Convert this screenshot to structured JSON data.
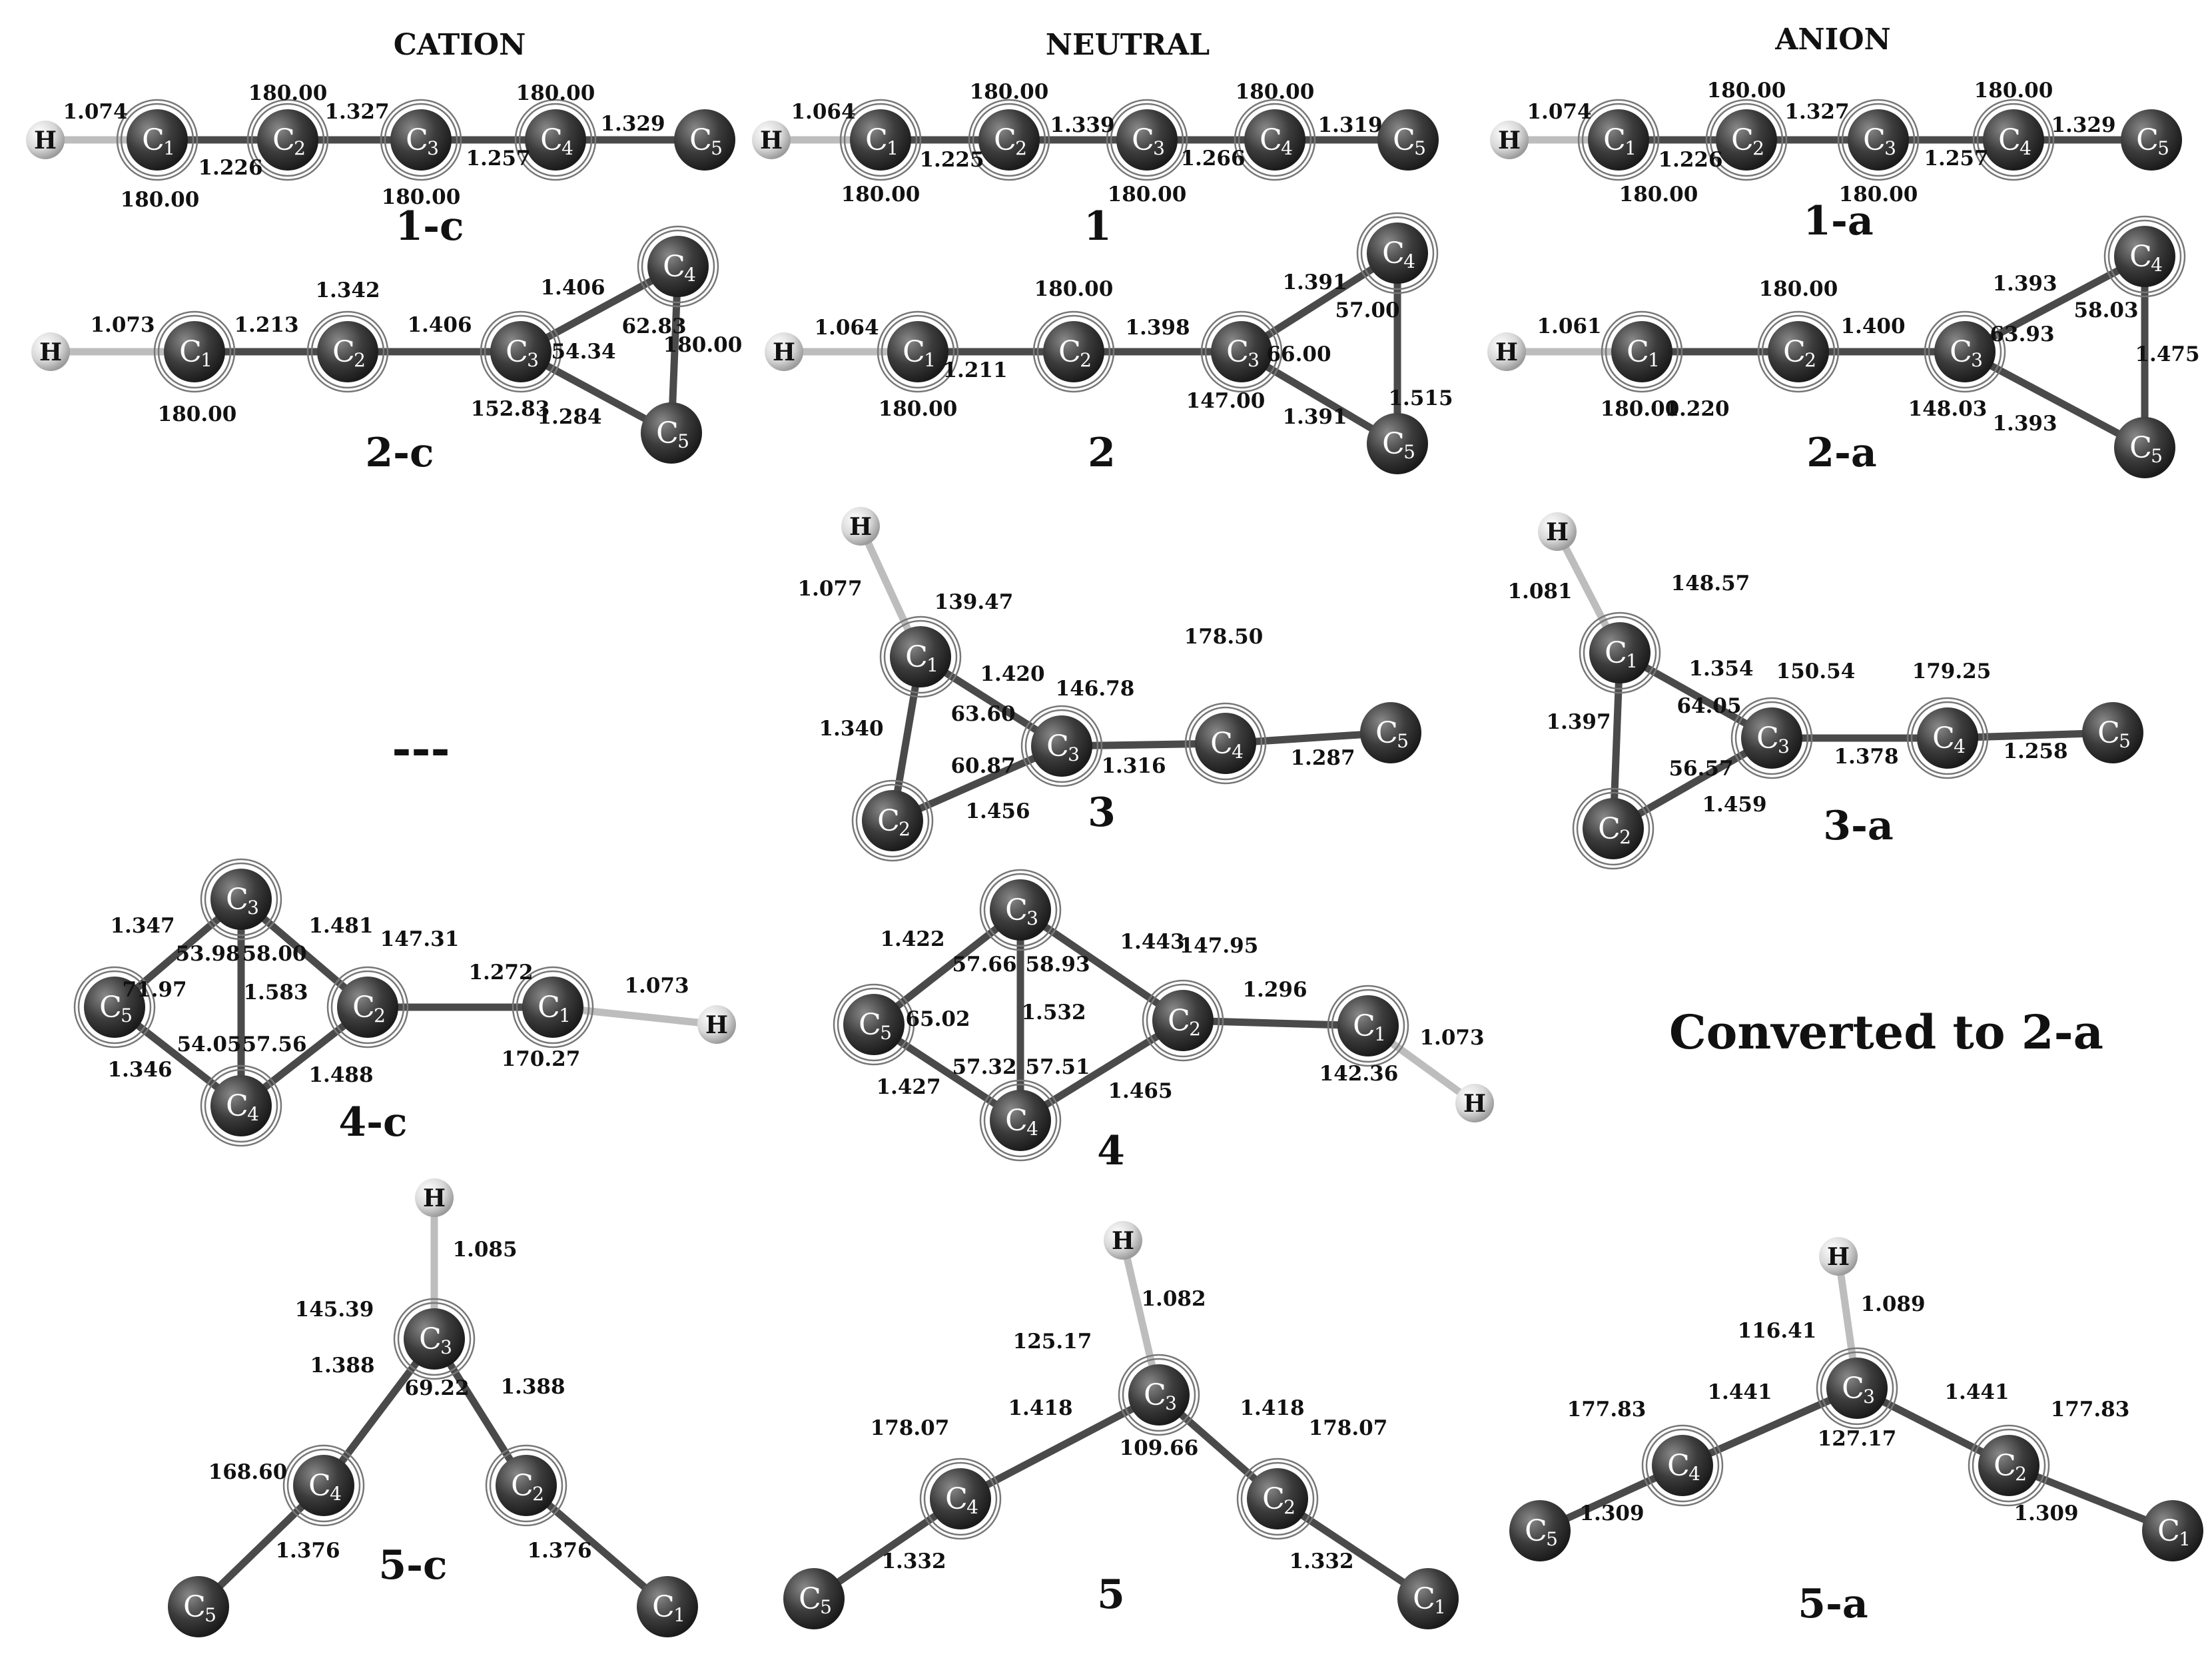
{
  "headers": {
    "cation": "CATION",
    "neutral": "NEUTRAL",
    "anion": "ANION"
  },
  "na_label": "---",
  "converted_note": "Converted to 2-a",
  "molecules": {
    "m1c": {
      "label": "1-c",
      "atoms": [
        {
          "el": "H",
          "num": ""
        },
        {
          "el": "C",
          "num": "1"
        },
        {
          "el": "C",
          "num": "2"
        },
        {
          "el": "C",
          "num": "3"
        },
        {
          "el": "C",
          "num": "4"
        },
        {
          "el": "C",
          "num": "5"
        }
      ],
      "measurements": [
        "1.074",
        "1.226",
        "1.327",
        "1.257",
        "1.329",
        "180.00",
        "180.00",
        "180.00",
        "180.00"
      ]
    },
    "m1": {
      "label": "1",
      "atoms": [
        {
          "el": "H",
          "num": ""
        },
        {
          "el": "C",
          "num": "1"
        },
        {
          "el": "C",
          "num": "2"
        },
        {
          "el": "C",
          "num": "3"
        },
        {
          "el": "C",
          "num": "4"
        },
        {
          "el": "C",
          "num": "5"
        }
      ],
      "measurements": [
        "1.064",
        "1.225",
        "1.339",
        "1.266",
        "1.319",
        "180.00",
        "180.00",
        "180.00",
        "180.00"
      ]
    },
    "m1a": {
      "label": "1-a",
      "atoms": [
        {
          "el": "H",
          "num": ""
        },
        {
          "el": "C",
          "num": "1"
        },
        {
          "el": "C",
          "num": "2"
        },
        {
          "el": "C",
          "num": "3"
        },
        {
          "el": "C",
          "num": "4"
        },
        {
          "el": "C",
          "num": "5"
        }
      ],
      "measurements": [
        "1.074",
        "1.226",
        "1.327",
        "1.257",
        "1.329",
        "180.00",
        "180.00",
        "180.00",
        "180.00"
      ]
    },
    "m2c": {
      "label": "2-c",
      "atoms": [
        {
          "el": "H",
          "num": ""
        },
        {
          "el": "C",
          "num": "1"
        },
        {
          "el": "C",
          "num": "2"
        },
        {
          "el": "C",
          "num": "3"
        },
        {
          "el": "C",
          "num": "4"
        },
        {
          "el": "C",
          "num": "5"
        }
      ],
      "measurements": [
        "1.073",
        "1.213",
        "1.342",
        "1.406",
        "1.406",
        "1.284",
        "180.00",
        "180.00",
        "152.83",
        "54.34",
        "62.83"
      ]
    },
    "m2": {
      "label": "2",
      "atoms": [
        {
          "el": "H",
          "num": ""
        },
        {
          "el": "C",
          "num": "1"
        },
        {
          "el": "C",
          "num": "2"
        },
        {
          "el": "C",
          "num": "3"
        },
        {
          "el": "C",
          "num": "4"
        },
        {
          "el": "C",
          "num": "5"
        }
      ],
      "measurements": [
        "1.064",
        "1.211",
        "1.398",
        "1.391",
        "1.391",
        "1.515",
        "180.00",
        "180.00",
        "147.00",
        "66.00",
        "57.00"
      ]
    },
    "m2a": {
      "label": "2-a",
      "atoms": [
        {
          "el": "H",
          "num": ""
        },
        {
          "el": "C",
          "num": "1"
        },
        {
          "el": "C",
          "num": "2"
        },
        {
          "el": "C",
          "num": "3"
        },
        {
          "el": "C",
          "num": "4"
        },
        {
          "el": "C",
          "num": "5"
        }
      ],
      "measurements": [
        "1.061",
        "1.220",
        "1.400",
        "1.393",
        "1.393",
        "1.475",
        "180.00",
        "180.00",
        "148.03",
        "63.93",
        "58.03"
      ]
    },
    "m3": {
      "label": "3",
      "atoms": [
        {
          "el": "H",
          "num": ""
        },
        {
          "el": "C",
          "num": "1"
        },
        {
          "el": "C",
          "num": "2"
        },
        {
          "el": "C",
          "num": "3"
        },
        {
          "el": "C",
          "num": "4"
        },
        {
          "el": "C",
          "num": "5"
        }
      ],
      "measurements": [
        "1.077",
        "139.47",
        "1.420",
        "146.78",
        "178.50",
        "1.340",
        "63.60",
        "60.87",
        "1.316",
        "1.287",
        "1.456"
      ]
    },
    "m3a": {
      "label": "3-a",
      "atoms": [
        {
          "el": "H",
          "num": ""
        },
        {
          "el": "C",
          "num": "1"
        },
        {
          "el": "C",
          "num": "2"
        },
        {
          "el": "C",
          "num": "3"
        },
        {
          "el": "C",
          "num": "4"
        },
        {
          "el": "C",
          "num": "5"
        }
      ],
      "measurements": [
        "1.081",
        "148.57",
        "1.354",
        "150.54",
        "179.25",
        "1.397",
        "64.05",
        "56.57",
        "1.378",
        "1.258",
        "1.459"
      ]
    },
    "m4c": {
      "label": "4-c",
      "atoms": [
        {
          "el": "C",
          "num": "3"
        },
        {
          "el": "C",
          "num": "5"
        },
        {
          "el": "C",
          "num": "4"
        },
        {
          "el": "C",
          "num": "2"
        },
        {
          "el": "C",
          "num": "1"
        },
        {
          "el": "H",
          "num": ""
        }
      ],
      "measurements": [
        "1.347",
        "1.481",
        "147.31",
        "53.98",
        "58.00",
        "71.97",
        "1.583",
        "1.272",
        "1.073",
        "54.05",
        "57.56",
        "1.346",
        "1.488",
        "170.27"
      ]
    },
    "m4": {
      "label": "4",
      "atoms": [
        {
          "el": "C",
          "num": "3"
        },
        {
          "el": "C",
          "num": "5"
        },
        {
          "el": "C",
          "num": "4"
        },
        {
          "el": "C",
          "num": "2"
        },
        {
          "el": "C",
          "num": "1"
        },
        {
          "el": "H",
          "num": ""
        }
      ],
      "measurements": [
        "1.422",
        "1.443",
        "147.95",
        "57.66",
        "58.93",
        "65.02",
        "1.532",
        "1.296",
        "57.32",
        "57.51",
        "1.427",
        "1.465",
        "1.073",
        "142.36"
      ]
    },
    "m5c": {
      "label": "5-c",
      "atoms": [
        {
          "el": "H",
          "num": ""
        },
        {
          "el": "C",
          "num": "3"
        },
        {
          "el": "C",
          "num": "4"
        },
        {
          "el": "C",
          "num": "2"
        },
        {
          "el": "C",
          "num": "5"
        },
        {
          "el": "C",
          "num": "1"
        }
      ],
      "measurements": [
        "1.085",
        "145.39",
        "1.388",
        "1.388",
        "69.22",
        "168.60",
        "1.376",
        "1.376"
      ]
    },
    "m5": {
      "label": "5",
      "atoms": [
        {
          "el": "H",
          "num": ""
        },
        {
          "el": "C",
          "num": "3"
        },
        {
          "el": "C",
          "num": "4"
        },
        {
          "el": "C",
          "num": "2"
        },
        {
          "el": "C",
          "num": "5"
        },
        {
          "el": "C",
          "num": "1"
        }
      ],
      "measurements": [
        "1.082",
        "125.17",
        "1.418",
        "1.418",
        "178.07",
        "178.07",
        "109.66",
        "1.332",
        "1.332"
      ]
    },
    "m5a": {
      "label": "5-a",
      "atoms": [
        {
          "el": "H",
          "num": ""
        },
        {
          "el": "C",
          "num": "3"
        },
        {
          "el": "C",
          "num": "4"
        },
        {
          "el": "C",
          "num": "2"
        },
        {
          "el": "C",
          "num": "5"
        },
        {
          "el": "C",
          "num": "1"
        }
      ],
      "measurements": [
        "1.089",
        "116.41",
        "177.83",
        "1.441",
        "1.441",
        "177.83",
        "127.17",
        "1.309",
        "1.309"
      ]
    }
  }
}
